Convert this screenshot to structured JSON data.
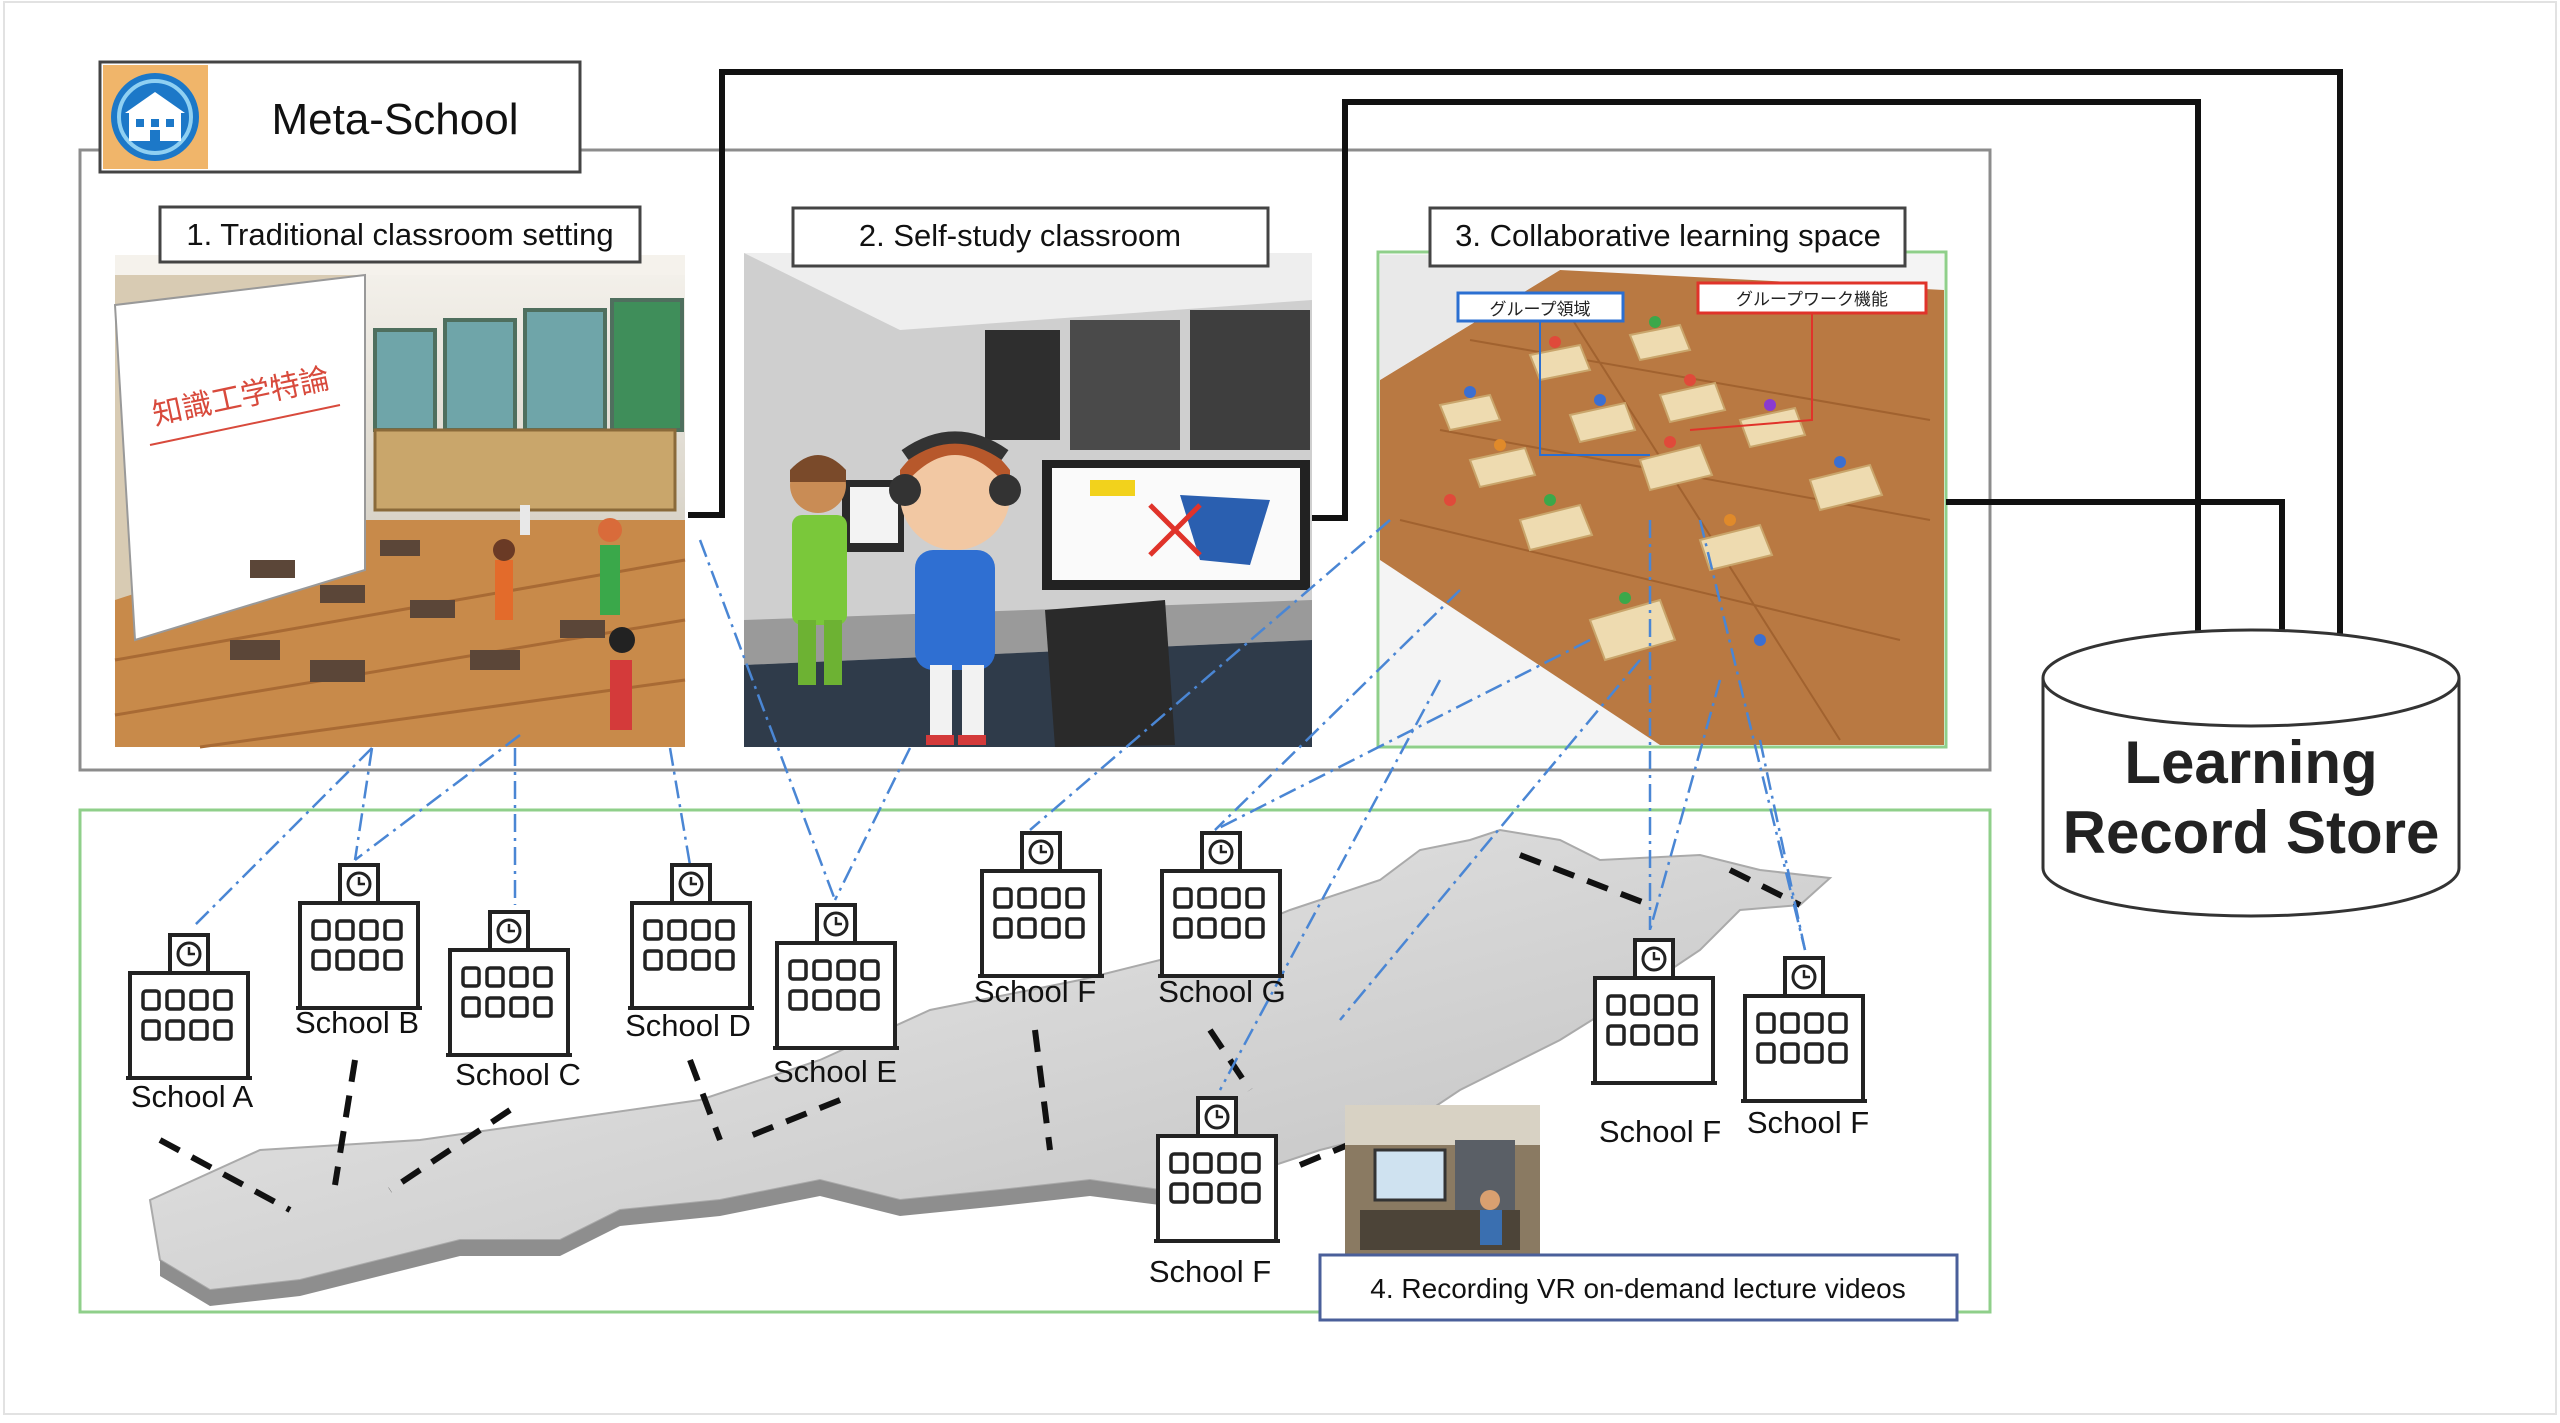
{
  "title": "Meta-School",
  "spaces": [
    {
      "id": "s1",
      "label": "1. Traditional classroom setting",
      "slide_text": "知識工学特論"
    },
    {
      "id": "s2",
      "label": "2. Self-study classroom"
    },
    {
      "id": "s3",
      "label": "3. Collaborative learning space",
      "tag_group_area": "グループ領域",
      "tag_groupwork": "グループワーク機能"
    }
  ],
  "recording_label": "4. Recording VR on-demand lecture videos",
  "store_label_line1": "Learning",
  "store_label_line2": "Record Store",
  "schools": [
    {
      "id": "A",
      "label": "School A"
    },
    {
      "id": "B",
      "label": "School B"
    },
    {
      "id": "C",
      "label": "School C"
    },
    {
      "id": "D",
      "label": "School D"
    },
    {
      "id": "E",
      "label": "School E"
    },
    {
      "id": "F1",
      "label": "School F"
    },
    {
      "id": "G",
      "label": "School G"
    },
    {
      "id": "F2",
      "label": "School F"
    },
    {
      "id": "F3",
      "label": "School F"
    },
    {
      "id": "F4",
      "label": "School F"
    }
  ],
  "colors": {
    "outer_frame": "#8c8c8c",
    "green_frame": "#8fcf8a",
    "dash_link": "#4a86d4",
    "arrow": "#111111",
    "floor": "#c88a4a",
    "logo_blue": "#1c78c8",
    "logo_bg": "#f0b56a",
    "tag_blue": "#2b6fd1",
    "tag_red": "#e0332a"
  }
}
